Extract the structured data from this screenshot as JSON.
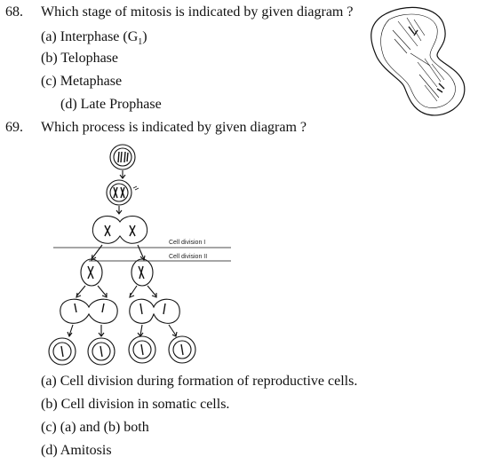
{
  "q68": {
    "number": "68.",
    "question": "Which stage of mitosis is indicated by given diagram ?",
    "options": {
      "a_prefix": "(a) Interphase (G",
      "a_sub": "1",
      "a_suffix": ")",
      "b": "(b) Telophase",
      "c": "(c) Metaphase",
      "d": "(d)   Late Prophase"
    }
  },
  "q69": {
    "number": "69.",
    "question": "Which process is indicated by given diagram ?",
    "diagram_labels": {
      "label1": "Cell division I",
      "label2": "Cell division II"
    },
    "options": {
      "a": "(a) Cell division during formation of reproductive cells.",
      "b": "(b) Cell division in somatic cells.",
      "c": "(c) (a) and (b) both",
      "d": "(d) Amitosis"
    }
  }
}
